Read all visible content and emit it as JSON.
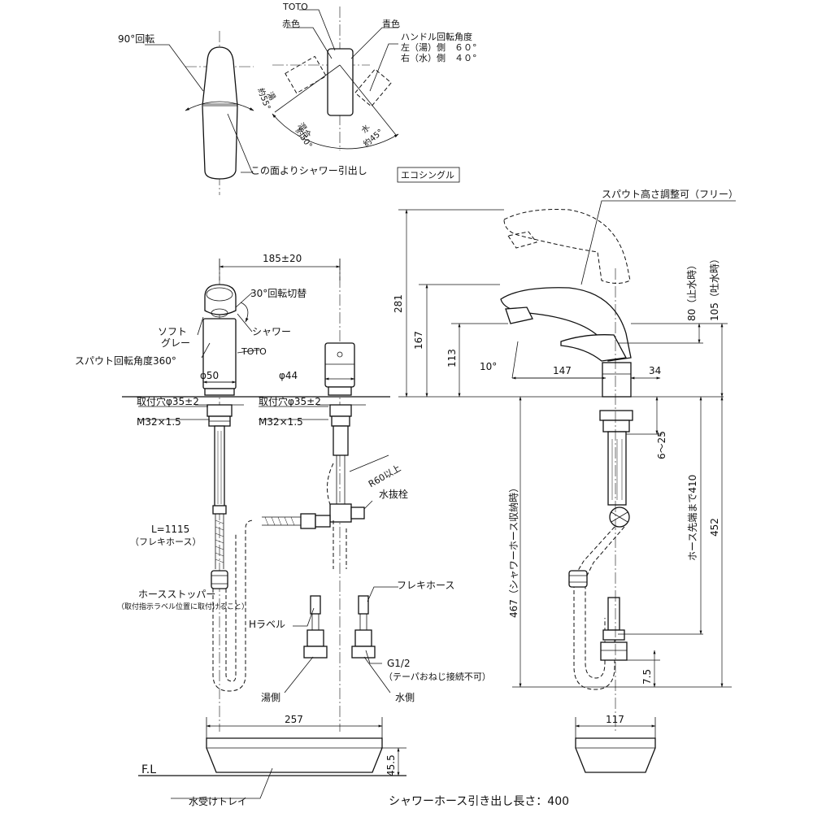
{
  "top_left": {
    "rotation_90": "90°回転",
    "pull_out_face": "この面よりシャワー引出し"
  },
  "top_right": {
    "brand": "TOTO",
    "red": "赤色",
    "blue": "青色",
    "handle_title": "ハンドル回転角度",
    "handle_left": "左（湯）側　６０°",
    "handle_right": "右（水）側　４０°",
    "hot": "湯",
    "hot_angle": "約55°",
    "mix": "混合",
    "mix_angle": "約50°",
    "water": "水",
    "water_angle": "約45°"
  },
  "eco_single": "エコシングル",
  "front_view": {
    "dim_185": "185±20",
    "switch_30": "30°回転切替",
    "soft": "ソフト",
    "gray": "グレー",
    "shower": "シャワー",
    "spout_rotation": "スパウト回転角度360°",
    "toto": "TOTO",
    "phi50": "φ50",
    "phi44": "φ44",
    "hole_left": "取付穴φ35±2",
    "hole_right": "取付穴φ35±2",
    "m32_left": "M32×1.5",
    "m32_right": "M32×1.5",
    "r60": "R60以上",
    "drain_plug": "水抜栓",
    "hose_length": "L=1115",
    "flex_hose_paren": "（フレキホース）",
    "hose_stopper": "ホースストッパー",
    "stopper_note": "（取付指示ラベル位置に取付けること）",
    "h_label": "Hラベル",
    "flex_hose": "フレキホース",
    "g12": "G1/2",
    "taper_note": "（テーパおねじ接続不可）",
    "hot_side": "湯側",
    "water_side": "水側"
  },
  "side_view": {
    "spout_height": "スパウト高さ調整可（フリー）",
    "d281": "281",
    "d167": "167",
    "d113": "113",
    "d10deg": "10°",
    "d147": "147",
    "d34": "34",
    "d80": "80（止水時）",
    "d105": "105（吐水時）",
    "d6_25": "6～25",
    "hose_tip": "ホース先端まで410",
    "d452": "452",
    "d467": "467（シャワーホース収納時）",
    "d7_5": "7.5"
  },
  "tray": {
    "d257": "257",
    "d45_5": "45.5",
    "fl": "F.L",
    "tray_label": "水受けトレイ",
    "d117": "117"
  },
  "footer": "シャワーホース引き出し長さ：400"
}
